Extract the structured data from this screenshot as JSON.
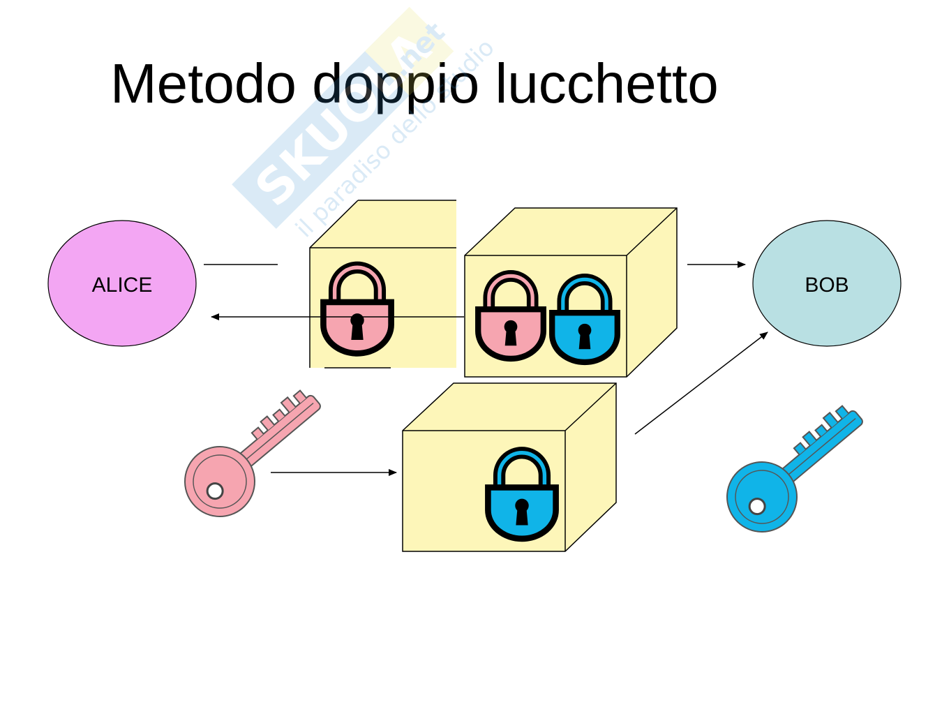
{
  "slide": {
    "title": "Metodo doppio lucchetto",
    "watermark": {
      "brand": "SKUOLA.net",
      "tagline": "il paradiso dello studio"
    }
  },
  "actors": {
    "alice": {
      "label": "ALICE",
      "color": "#f3a6f3"
    },
    "bob": {
      "label": "BOB",
      "color": "#b9e0e3"
    }
  },
  "colors": {
    "box_fill": "#fdf6b9",
    "alice_lock": "#f6a5b0",
    "bob_lock": "#10b4e8",
    "alice_key": "#f6a5b0",
    "bob_key": "#10b4e8"
  },
  "boxes": [
    {
      "name": "box-alice-lock",
      "locks": [
        "alice"
      ]
    },
    {
      "name": "box-double-lock",
      "locks": [
        "alice",
        "bob"
      ]
    },
    {
      "name": "box-bob-lock",
      "locks": [
        "bob"
      ]
    }
  ]
}
